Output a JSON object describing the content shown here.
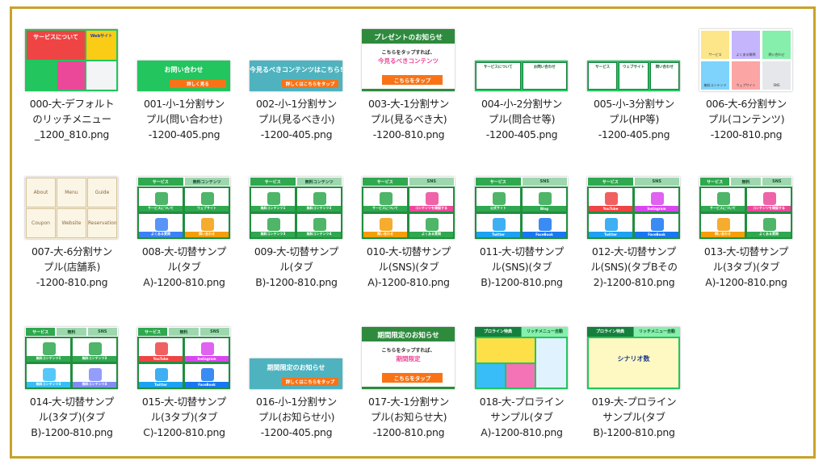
{
  "colors": {
    "frame": "#c9a227",
    "line_green": "#2fa84f",
    "label": "#222222"
  },
  "items": [
    {
      "label": "000-大-デフォルト\nのリッチメニュー\n_1200_810.png",
      "size": "large",
      "kind": "default",
      "texts": [
        "サービスについて",
        "Webサイト"
      ]
    },
    {
      "label": "001-小-1分割サン\nプル(問い合わせ)\n-1200-405.png",
      "size": "small",
      "kind": "banner",
      "bg": "#22c55e",
      "texts": [
        "お問い合わせ",
        "詳しく見る"
      ]
    },
    {
      "label": "002-小-1分割サン\nプル(見るべき小)\n-1200-405.png",
      "size": "small",
      "kind": "banner",
      "bg": "#4fb3bf",
      "texts": [
        "今見るべきコンテンツはこちら!",
        "詳しくはこちらをタップ"
      ]
    },
    {
      "label": "003-大-1分割サン\nプル(見るべき大)\n-1200-810.png",
      "size": "large",
      "kind": "notice",
      "texts": [
        "プレゼントのお知らせ",
        "こちらをタップすれば、",
        "今見るべきコンテンツ",
        "こちらをタップ"
      ]
    },
    {
      "label": "004-小-2分割サン\nプル(問合せ等)\n-1200-405.png",
      "size": "small",
      "kind": "split",
      "n": 2,
      "texts": [
        "サービスについて",
        "お問い合わせ"
      ]
    },
    {
      "label": "005-小-3分割サン\nプル(HP等)\n-1200-405.png",
      "size": "small",
      "kind": "split",
      "n": 3,
      "texts": [
        "サービス",
        "ウェブサイト",
        "問い合わせ"
      ]
    },
    {
      "label": "006-大-6分割サン\nプル(コンテンツ)\n-1200-810.png",
      "size": "large",
      "kind": "pastel",
      "texts": [
        "サービス",
        "よくある質問",
        "問い合わせ",
        "無料コンテンツ",
        "ウェブサイト",
        "SNS"
      ]
    },
    {
      "label": "007-大-6分割サン\nプル(店舗系)\n-1200-810.png",
      "size": "large",
      "kind": "shop",
      "texts": [
        "About",
        "Menu",
        "Guide",
        "Coupon",
        "Website",
        "Reservation"
      ]
    },
    {
      "label": "008-大-切替サンプ\nル(タブ\nA)-1200-810.png",
      "size": "large",
      "kind": "tab",
      "tabs": [
        "サービス",
        "無料コンテンツ"
      ],
      "cells": [
        "#ffffff",
        "#ffffff",
        "#ffffff",
        "#ffffff"
      ],
      "bars": [
        "#2fa84f",
        "#2fa84f",
        "#3b82f6",
        "#f59e0b"
      ],
      "texts": [
        "サービスについて",
        "ウェブサイト",
        "よくある質問",
        "問い合わせ"
      ]
    },
    {
      "label": "009-大-切替サンプ\nル(タブ\nB)-1200-810.png",
      "size": "large",
      "kind": "tab",
      "tabs": [
        "サービス",
        "無料コンテンツ"
      ],
      "cells": [
        "#ffffff",
        "#ffffff",
        "#ffffff",
        "#ffffff"
      ],
      "bars": [
        "#2fa84f",
        "#2fa84f",
        "#2fa84f",
        "#2fa84f"
      ],
      "texts": [
        "無料コンテンツ1",
        "無料コンテンツ2",
        "無料コンテンツ3",
        "無料コンテンツ4"
      ]
    },
    {
      "label": "010-大-切替サンプ\nル(SNS)(タブ\nA)-1200-810.png",
      "size": "large",
      "kind": "tab",
      "tabs": [
        "サービス",
        "SNS"
      ],
      "cells": [
        "#ffffff",
        "#ffffff",
        "#ffffff",
        "#ffffff"
      ],
      "bars": [
        "#2fa84f",
        "#ec4899",
        "#f59e0b",
        "#2fa84f"
      ],
      "texts": [
        "サービスについて",
        "コンテンツを確認する",
        "問い合わせ",
        "よくある質問"
      ]
    },
    {
      "label": "011-大-切替サンプ\nル(SNS)(タブ\nB)-1200-810.png",
      "size": "large",
      "kind": "tab",
      "tabs": [
        "サービス",
        "SNS"
      ],
      "cells": [
        "#ffffff",
        "#ffffff",
        "#ffffff",
        "#ffffff"
      ],
      "bars": [
        "#2fa84f",
        "#2fa84f",
        "#1da1f2",
        "#1877f2"
      ],
      "texts": [
        "公式サイト",
        "Blog",
        "Twitter",
        "FaceBook"
      ]
    },
    {
      "label": "012-大-切替サンプ\nル(SNS)(タブBその\n2)-1200-810.png",
      "size": "large",
      "kind": "tab",
      "tabs": [
        "サービス",
        "SNS"
      ],
      "cells": [
        "#ffffff",
        "#ffffff",
        "#ffffff",
        "#ffffff"
      ],
      "bars": [
        "#ef4444",
        "#d946ef",
        "#1da1f2",
        "#1877f2"
      ],
      "texts": [
        "YouTube",
        "Instagram",
        "Twitter",
        "FaceBook"
      ]
    },
    {
      "label": "013-大-切替サンプ\nル(3タブ)(タブ\nA)-1200-810.png",
      "size": "large",
      "kind": "tab",
      "tabs": [
        "サービス",
        "無料",
        "SNS"
      ],
      "cells": [
        "#ffffff",
        "#ffffff",
        "#ffffff",
        "#ffffff"
      ],
      "bars": [
        "#2fa84f",
        "#ec4899",
        "#f59e0b",
        "#2fa84f"
      ],
      "texts": [
        "サービスについて",
        "コンテンツを確認する",
        "問い合わせ",
        "よくある質問"
      ]
    },
    {
      "label": "014-大-切替サンプ\nル(3タブ)(タブ\nB)-1200-810.png",
      "size": "large",
      "kind": "tab",
      "tabs": [
        "サービス",
        "無料",
        "SNS"
      ],
      "cells": [
        "#ffffff",
        "#ffffff",
        "#ffffff",
        "#ffffff"
      ],
      "bars": [
        "#2fa84f",
        "#2fa84f",
        "#38bdf8",
        "#818cf8"
      ],
      "texts": [
        "無料コンテンツ1",
        "無料コンテンツ2",
        "無料コンテンツ3",
        "無料コンテンツ4"
      ]
    },
    {
      "label": "015-大-切替サンプ\nル(3タブ)(タブ\nC)-1200-810.png",
      "size": "large",
      "kind": "tab",
      "tabs": [
        "サービス",
        "無料",
        "SNS"
      ],
      "cells": [
        "#ffffff",
        "#ffffff",
        "#ffffff",
        "#ffffff"
      ],
      "bars": [
        "#ef4444",
        "#d946ef",
        "#1da1f2",
        "#1877f2"
      ],
      "texts": [
        "YouTube",
        "Instagram",
        "Twitter",
        "FaceBook"
      ]
    },
    {
      "label": "016-小-1分割サン\nプル(お知らせ小)\n-1200-405.png",
      "size": "small",
      "kind": "banner",
      "bg": "#4fb3bf",
      "texts": [
        "期間限定のお知らせ",
        "詳しくはこちらをタップ"
      ]
    },
    {
      "label": "017-大-1分割サン\nプル(お知らせ大)\n-1200-810.png",
      "size": "large",
      "kind": "notice",
      "texts": [
        "期間限定のお知らせ",
        "こちらをタップすれば、",
        "期間限定",
        "こちらをタップ"
      ]
    },
    {
      "label": "018-大-プロライン\nサンプル(タブ\nA)-1200-810.png",
      "size": "large",
      "kind": "proline",
      "texts": [
        "プロライン特典",
        "リッチメニュー自動"
      ]
    },
    {
      "label": "019-大-プロライン\nサンプル(タブ\nB)-1200-810.png",
      "size": "large",
      "kind": "proline2",
      "texts": [
        "プロライン特典",
        "リッチメニュー自動",
        "シナリオ数"
      ]
    }
  ]
}
